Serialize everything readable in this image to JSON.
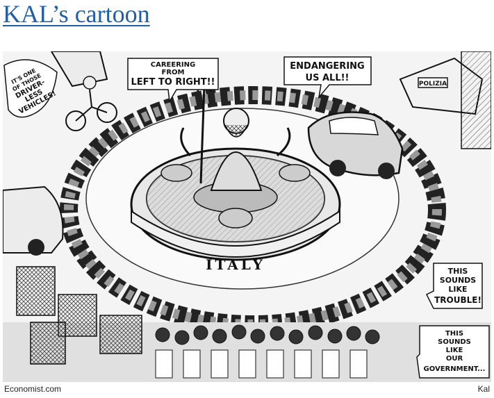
{
  "title": "KAL’s cartoon",
  "cartoon": {
    "inscription": "ITALY",
    "bubbles": {
      "careering_1": "CAREERING",
      "careering_2": "FROM",
      "careering_3": "LEFT TO RIGHT!!",
      "endangering_1": "ENDANGERING",
      "endangering_2": "US ALL!!",
      "driverless_1": "IT'S ONE",
      "driverless_2": "OF THOSE",
      "driverless_3": "DRIVER-",
      "driverless_4": "LESS",
      "driverless_5": "VEHICLES!",
      "trouble_1": "THIS",
      "trouble_2": "SOUNDS",
      "trouble_3": "LIKE",
      "trouble_4": "TROUBLE!",
      "government_1": "THIS",
      "government_2": "SOUNDS",
      "government_3": "LIKE",
      "government_4": "OUR",
      "government_5": "GOVERNMENT...",
      "police_sign": "POLIZIA"
    }
  },
  "footer": {
    "source": "Economist.com",
    "artist": "Kal"
  }
}
